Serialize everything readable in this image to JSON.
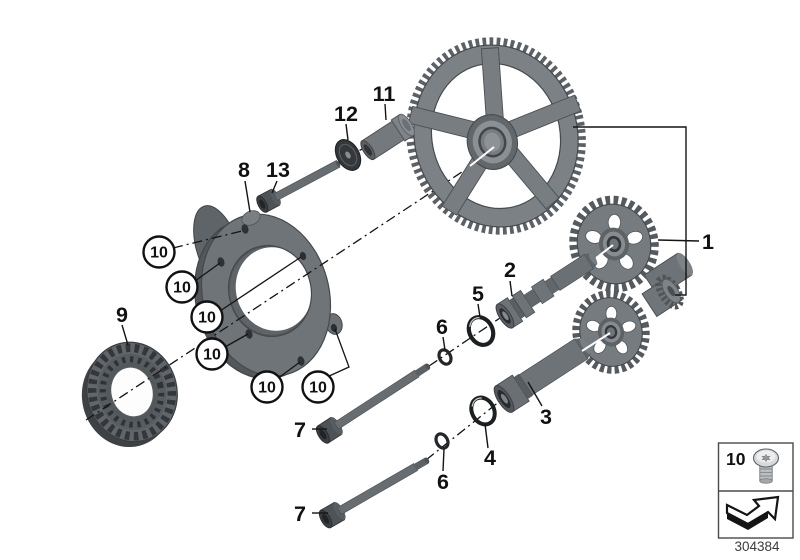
{
  "figure": {
    "background": "#ffffff",
    "line_color": "#141414",
    "metal_light": "#9aa0a4",
    "metal_mid": "#757a7e",
    "metal_dark": "#4a4e52"
  },
  "labels": {
    "n1": "1",
    "n2": "2",
    "n3": "3",
    "n4": "4",
    "n5": "5",
    "n6a": "6",
    "n6b": "6",
    "n7a": "7",
    "n7b": "7",
    "n8": "8",
    "n9": "9",
    "n11": "11",
    "n12": "12",
    "n13": "13"
  },
  "screw_callouts": {
    "a": "10",
    "b": "10",
    "c": "10",
    "d": "10",
    "e": "10",
    "f": "10"
  },
  "legend": {
    "screw_item_label": "10",
    "screw_icon": "torx-button-screw-icon",
    "direction_icon": "installation-direction-arrow-icon",
    "part_number": "304384"
  }
}
